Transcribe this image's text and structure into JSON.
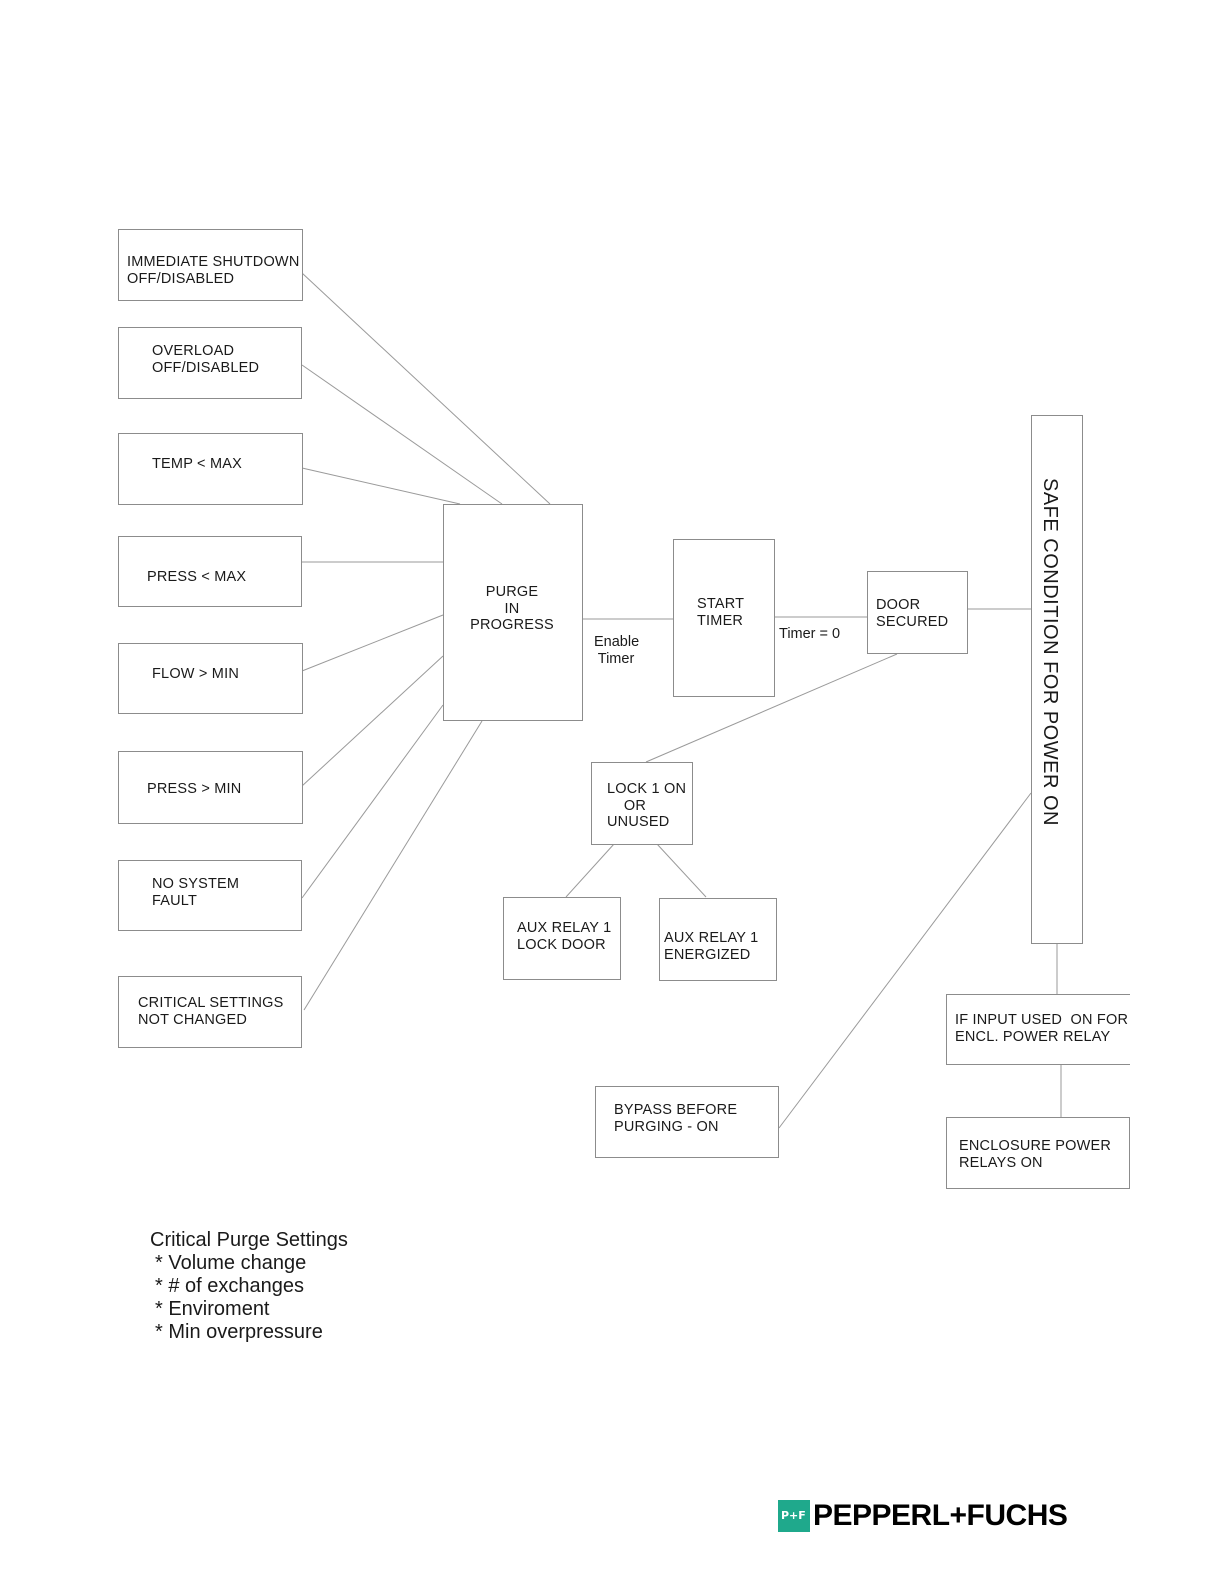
{
  "diagram": {
    "inputs": {
      "immediate_shutdown": "IMMEDIATE SHUTDOWN\nOFF/DISABLED",
      "overload": "OVERLOAD\nOFF/DISABLED",
      "temp": "TEMP < MAX",
      "press_max": "PRESS < MAX",
      "flow": "FLOW > MIN",
      "press_min": "PRESS > MIN",
      "system_fault": "NO SYSTEM\nFAULT",
      "critical_settings": "CRITICAL SETTINGS\nNOT CHANGED"
    },
    "purge": "PURGE\nIN\nPROGRESS",
    "enable_timer": "Enable\n Timer",
    "start_timer": "START\nTIMER",
    "timer_zero": "Timer = 0",
    "door_secured": "DOOR\nSECURED",
    "lock": "LOCK 1 ON\n    OR\nUNUSED",
    "aux_lock": "AUX RELAY 1\nLOCK DOOR",
    "aux_energized": "AUX RELAY 1\nENERGIZED",
    "bypass": "BYPASS BEFORE\nPURGING - ON",
    "safe_condition": "SAFE CONDITION FOR POWER ON",
    "if_input": "IF INPUT USED  ON FOR\nENCL. POWER RELAY",
    "enclosure": "ENCLOSURE POWER\nRELAYS ON"
  },
  "notes": {
    "title": "Critical Purge Settings",
    "items": [
      "* Volume change",
      "* # of exchanges",
      "* Enviroment",
      "* Min overpressure"
    ]
  },
  "logo": {
    "mark": "P+F",
    "name": "PEPPERL+FUCHS",
    "color": "#1fa98c"
  }
}
